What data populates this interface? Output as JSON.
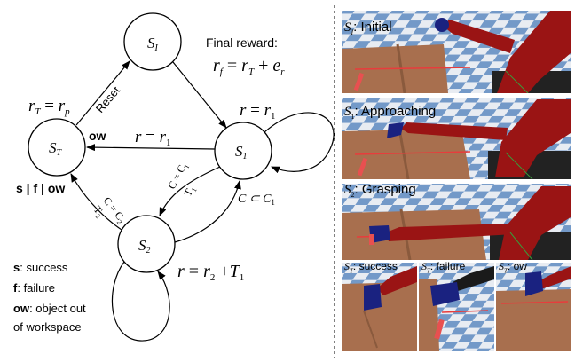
{
  "diagram": {
    "nodes": {
      "initial": "S_I",
      "state1": "S_1",
      "state2": "S_2",
      "terminal": "S_T"
    },
    "final_reward": {
      "title": "Final reward:",
      "formula": "r_f = r_T + e_r"
    },
    "edge_labels": {
      "reset": "Reset",
      "rt_rp": "r_T = r_p",
      "r1_top": "r = r_1",
      "r1_mid": "r = r_1",
      "ow": "ow",
      "term_cond": "s | f | ow",
      "c_eq_ci": "C = C_I",
      "t1": "T_1",
      "c_sub_c1": "C ⊂ C_1",
      "c_eq_c2": "C = C_2",
      "t2": "T_2",
      "r2": "r = r_2 + T_1"
    },
    "legend": [
      {
        "key": "s",
        "text": ": success"
      },
      {
        "key": "f",
        "text": ": failure"
      },
      {
        "key": "ow",
        "text": ": object out"
      },
      {
        "key": "",
        "text": "of workspace"
      }
    ]
  },
  "panels": [
    {
      "state": "S_I",
      "label": ": Initial"
    },
    {
      "state": "S_1",
      "label": ": Approaching"
    },
    {
      "state": "S_2",
      "label": ": Grasping"
    }
  ],
  "terminal_panels": [
    {
      "state": "S_T",
      "label": ": success"
    },
    {
      "state": "S_T",
      "label": ": failure"
    },
    {
      "state": "S_T",
      "label": ": ow"
    }
  ],
  "colors": {
    "robot": "#9a1414",
    "table": "#a86f4e",
    "floor_light": "#e8ecf2",
    "floor_dark": "#6f95c4",
    "robot_base": "#222222",
    "gripper": "#1a2280",
    "laser": "#e83c3c"
  }
}
